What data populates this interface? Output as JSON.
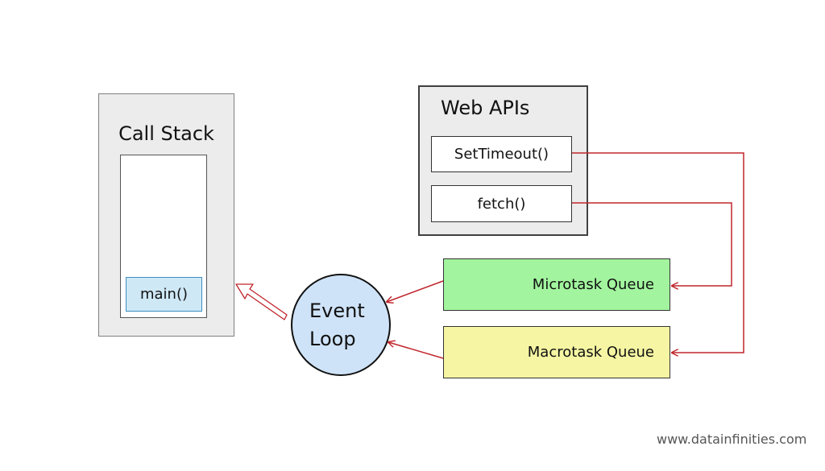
{
  "call_stack": {
    "title": "Call Stack",
    "frame_label": "main()"
  },
  "web_apis": {
    "title": "Web APIs",
    "items": [
      "SetTimeout()",
      "fetch()"
    ]
  },
  "queues": {
    "micro_label": "Microtask Queue",
    "macro_label": "Macrotask Queue"
  },
  "event_loop": {
    "line1": "Event",
    "line2": "Loop"
  },
  "footer": {
    "website": "www.datainfinities.com"
  },
  "colors": {
    "arrow_red": "#c0262b",
    "microtask_fill": "#a2f59e",
    "macrotask_fill": "#f5f5a3",
    "event_loop_fill": "#cfe3f8",
    "main_frame_fill": "#cfe8f6",
    "panel_fill": "#ececec"
  }
}
